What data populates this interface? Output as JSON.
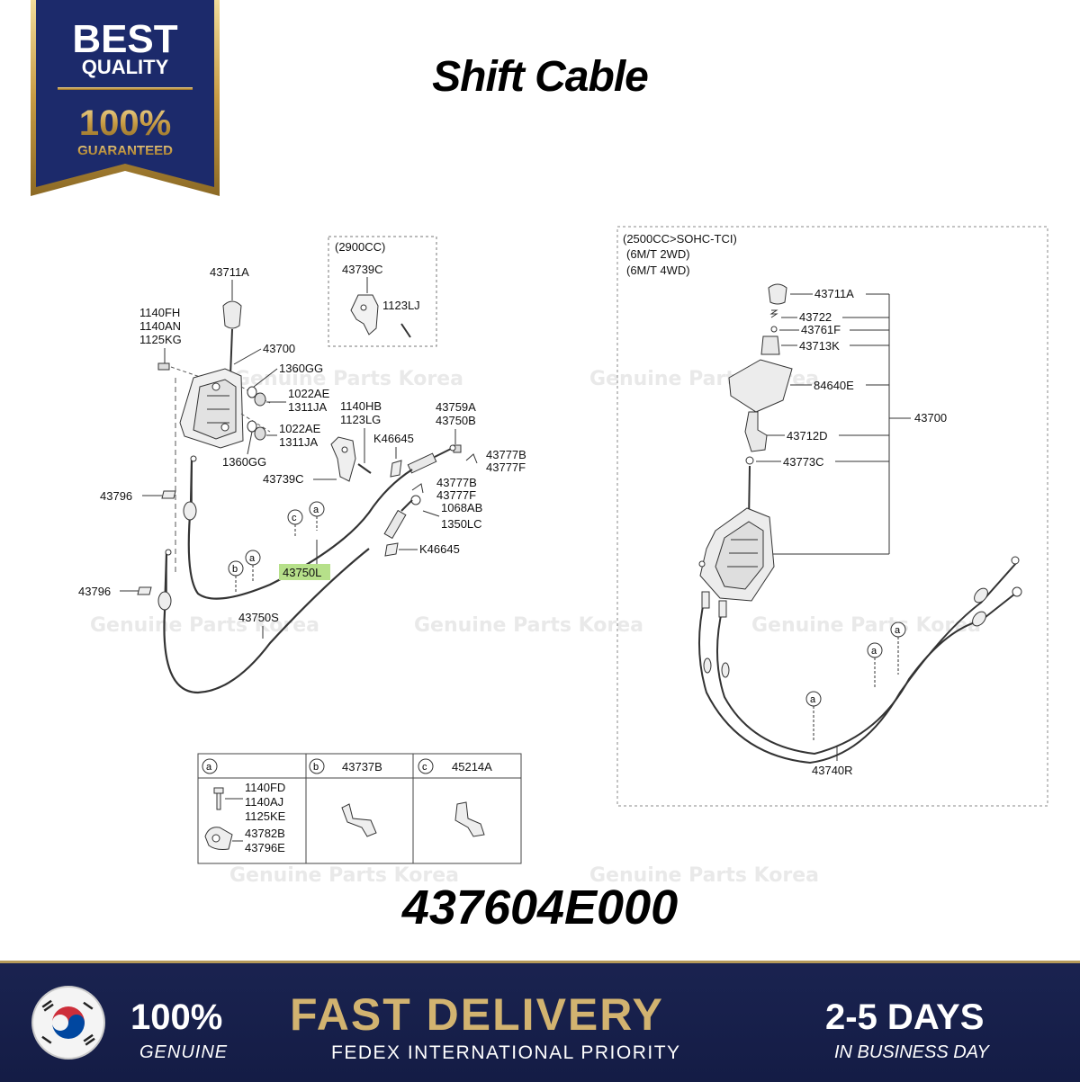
{
  "badge": {
    "line1": "BEST",
    "line2": "QUALITY",
    "line3": "100%",
    "line4": "GUARANTEED",
    "colors": {
      "navy": "#1c2a6b",
      "gold": "#c8a85a"
    }
  },
  "title": "Shift Cable",
  "watermark": "Genuine Parts Korea",
  "diagram": {
    "left_group_label": "(2900CC)",
    "right_group_label_1": "(2500CC>SOHC-TCI)",
    "right_group_label_2": "(6M/T 2WD)",
    "right_group_label_3": "(6M/T 4WD)",
    "parts_left": {
      "p43711A": "43711A",
      "p1140FH": "1140FH",
      "p1140AN": "1140AN",
      "p1125KG": "1125KG",
      "p43700": "43700",
      "p1360GG_a": "1360GG",
      "p1022AE_a": "1022AE",
      "p1311JA_a": "1311JA",
      "p1022AE_b": "1022AE",
      "p1311JA_b": "1311JA",
      "p1360GG_b": "1360GG",
      "p43739C_top": "43739C",
      "p1123LJ": "1123LJ",
      "p1140HB": "1140HB",
      "p1123LG": "1123LG",
      "p43739C": "43739C",
      "pK46645_a": "K46645",
      "p43759A": "43759A",
      "p43750B": "43750B",
      "p43777B_a": "43777B",
      "p43777F_a": "43777F",
      "p43777B_b": "43777B",
      "p43777F_b": "43777F",
      "p1068AB": "1068AB",
      "p1350LC": "1350LC",
      "pK46645_b": "K46645",
      "p43796_a": "43796",
      "p43796_b": "43796",
      "p43750L": "43750L",
      "p43750S": "43750S"
    },
    "parts_right": {
      "p43711A": "43711A",
      "p43722": "43722",
      "p43761F": "43761F",
      "p43713K": "43713K",
      "p84640E": "84640E",
      "p43700": "43700",
      "p43712D": "43712D",
      "p43773C": "43773C",
      "p43740R": "43740R"
    },
    "callouts": {
      "a": "a",
      "b": "b",
      "c": "c"
    },
    "highlight_color": "#b6e08a"
  },
  "legend_table": {
    "col_a_label": "a",
    "col_b_label": "b",
    "col_b_part": "43737B",
    "col_c_label": "c",
    "col_c_part": "45214A",
    "a_parts_1": "1140FD",
    "a_parts_2": "1140AJ",
    "a_parts_3": "1125KE",
    "a_parts_4": "43782B",
    "a_parts_5": "43796E"
  },
  "part_number": "437604E000",
  "banner": {
    "genuine_big": "100%",
    "genuine_small": "GENUINE",
    "fast_delivery": "FAST DELIVERY",
    "fedex": "FEDEX INTERNATIONAL PRIORITY",
    "days": "2-5 DAYS",
    "business": "IN BUSINESS DAY",
    "colors": {
      "bg": "#16204a",
      "gold": "#d2b370"
    }
  }
}
